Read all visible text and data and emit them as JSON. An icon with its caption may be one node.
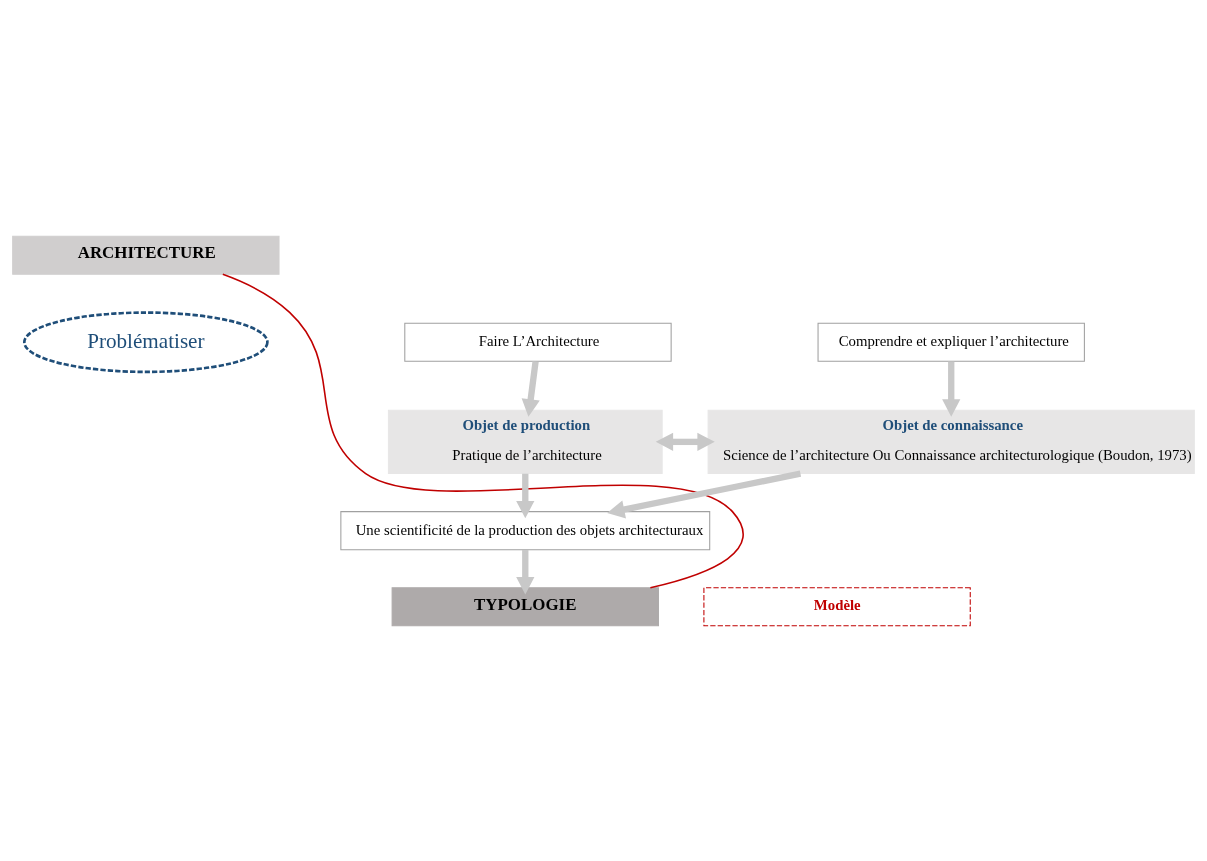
{
  "diagram": {
    "nodes": [
      {
        "text": [
          "ARCHITECTURE"
        ]
      },
      {
        "text": [
          "Faire L’Architecture"
        ]
      },
      {
        "text": [
          "Comprendre et expliquer l’architecture"
        ]
      },
      {
        "text": [
          "Problématiser"
        ]
      },
      {
        "text": [
          "Objet de production",
          "Pratique de l’architecture"
        ]
      },
      {
        "text": [
          "Objet de connaissance",
          "Science de l’architecture Ou Connaissance architecturologique (Boudon, 1973)"
        ]
      },
      {
        "text": [
          "Une scientificité de la production des objets architecturaux"
        ]
      },
      {
        "text": [
          "TYPOLOGIE"
        ]
      },
      {
        "text": [
          "Modèle"
        ]
      }
    ],
    "edges": [
      {
        "from": 1,
        "to": 4,
        "arrow": "to"
      },
      {
        "from": 2,
        "to": 5,
        "arrow": "to"
      },
      {
        "from": 4,
        "to": 5,
        "arrow": "both"
      },
      {
        "from": 4,
        "to": 6,
        "arrow": "to"
      },
      {
        "from": 5,
        "to": 6,
        "arrow": "to"
      },
      {
        "from": 6,
        "to": 7,
        "arrow": "to"
      },
      {
        "from": 0,
        "to": 7,
        "arrow": "none",
        "color": "#c00000"
      }
    ]
  }
}
